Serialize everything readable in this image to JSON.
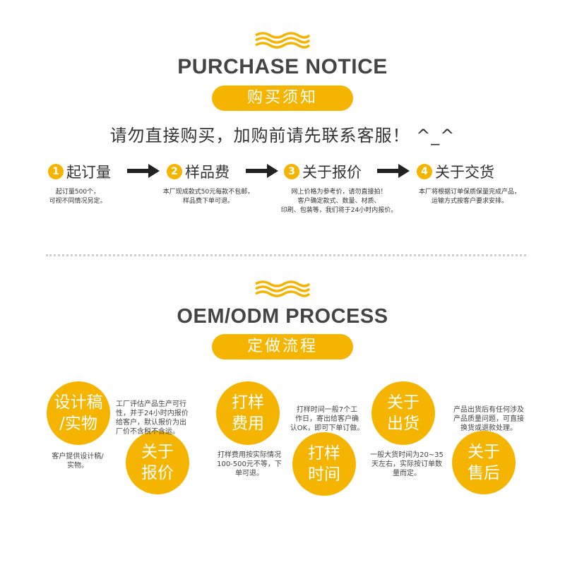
{
  "colors": {
    "accent": "#f5b400",
    "arrow": "#222222",
    "heading": "#444444"
  },
  "purchase": {
    "heading": "PURCHASE NOTICE",
    "pill": "购买须知",
    "subtitle": "请勿直接购买，加购前请先联系客服！ ^_^",
    "steps": [
      {
        "num": "1",
        "title": "起订量",
        "desc": "起订量500个，\n可视不同情况另定。"
      },
      {
        "num": "2",
        "title": "样品费",
        "desc": "本厂现成款式50元每款不包邮，\n样品费下单可退。"
      },
      {
        "num": "3",
        "title": "关于报价",
        "desc": "网上价格为参考价，请勿直接拍！\n客户确定款式、数量、材质、\n印刷、包装等，我们将于24小时内报价。"
      },
      {
        "num": "4",
        "title": "关于交货",
        "desc": "本厂将根据订单保质保量完成产品，\n运输方式按客户要求安排。"
      }
    ]
  },
  "oem": {
    "heading": "OEM/ODM PROCESS",
    "pill": "定做流程",
    "circles": [
      {
        "label": "设计稿\n/实物"
      },
      {
        "label": "关于\n报价"
      },
      {
        "label": "打样\n费用"
      },
      {
        "label": "打样\n时间"
      },
      {
        "label": "关于\n出货"
      },
      {
        "label": "关于\n售后"
      }
    ],
    "notes": [
      {
        "text": "客户提供设计稿/\n实物。"
      },
      {
        "text": "工厂评估产品生产可行\n性，并于24小时内报价\n给客户，默认报价为出\n厂价不含税不含运。"
      },
      {
        "text": "打样费用按实际情况\n100-500元不等，下\n单可退。"
      },
      {
        "text": "打样时间一般7个工\n作日，寄出给客户确\n认OK，即可下单订做。"
      },
      {
        "text": "一般大货时间为20~35\n天左右，实际按订单数\n量而定。"
      },
      {
        "text": "产品出货后有任何涉及\n产品质量问题，可直接\n换货或退款处理。"
      }
    ]
  }
}
